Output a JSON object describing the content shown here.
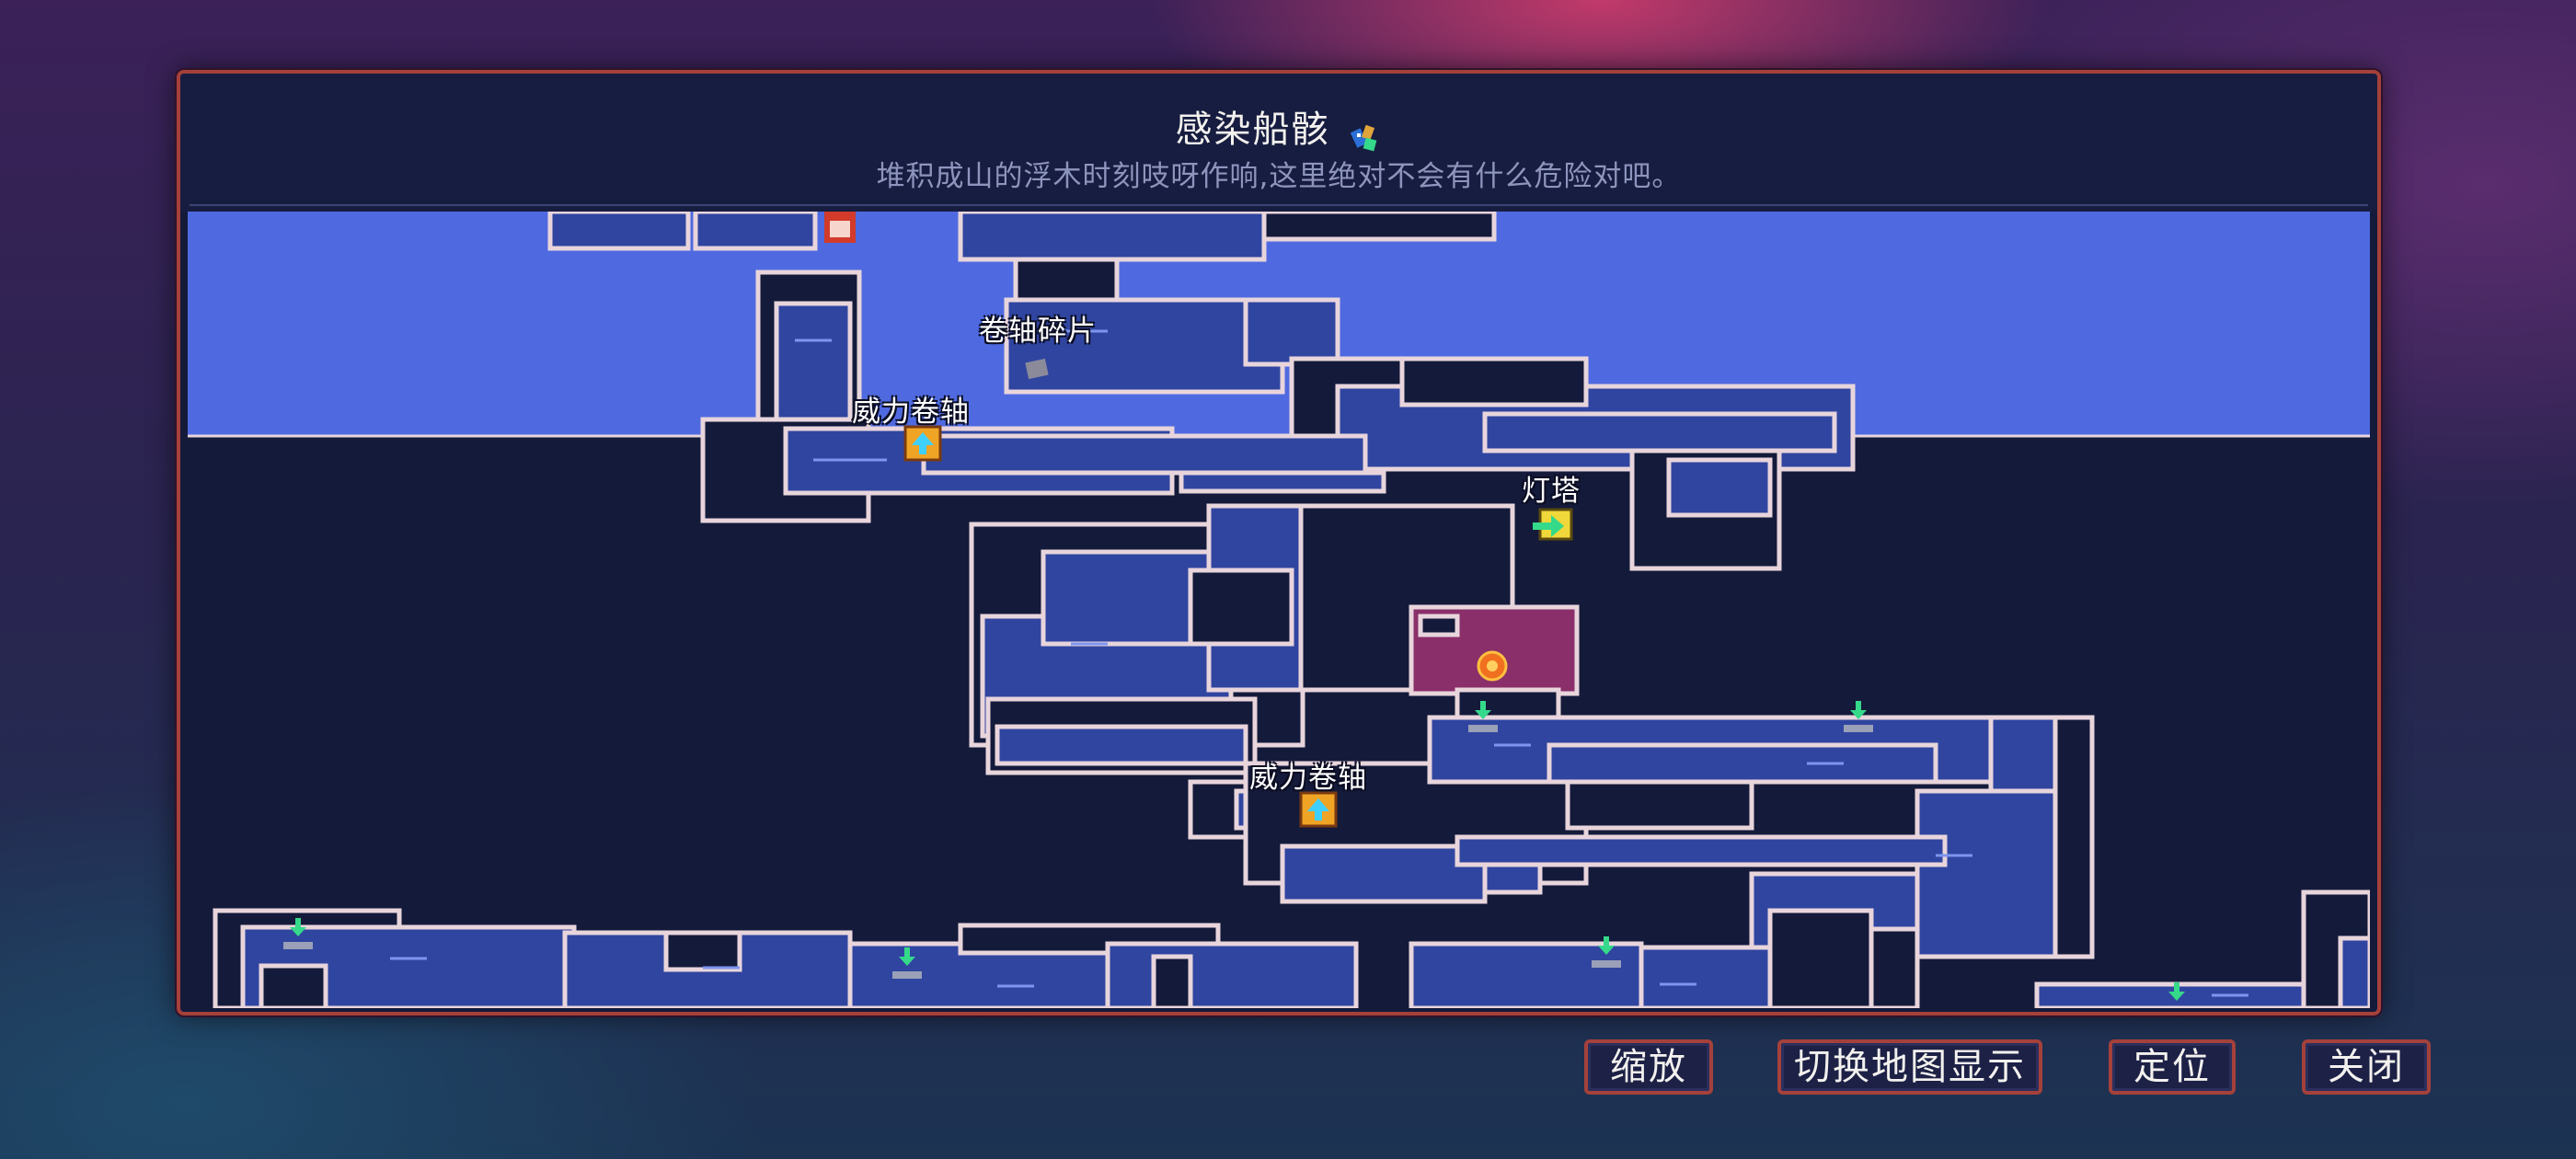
{
  "map": {
    "title": "感染船骸",
    "subtitle": "堆积成山的浮木时刻吱呀作响,这里绝对不会有什么危险对吧。",
    "title_icon": "blueprint-scroll-icon",
    "labels": {
      "scroll_fragment": "卷轴碎片",
      "power_scroll_1": "威力卷轴",
      "lighthouse": "灯塔",
      "power_scroll_2": "威力卷轴"
    },
    "icons": [
      "door-icon",
      "scroll-fragment-icon",
      "power-scroll-icon",
      "teleport-icon",
      "boss-orb-icon",
      "exit-arrow-icon"
    ]
  },
  "buttons": {
    "zoom": "缩放",
    "toggle_map": "切换地图显示",
    "locate": "定位",
    "close": "关闭"
  },
  "colors": {
    "frame": "#a4413b",
    "water": "#4f6ae0",
    "room": "#3045a0",
    "wall": "#e8d5dc",
    "boss_room": "#8a2f6a",
    "teleport_arrow": "#35d98a"
  }
}
